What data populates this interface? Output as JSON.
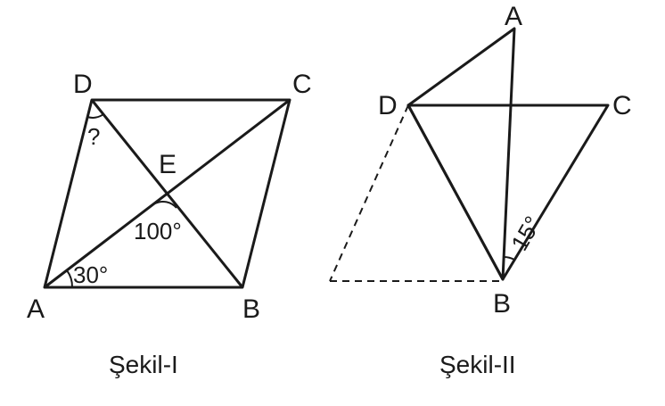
{
  "colors": {
    "fill_peach": "#fbe3c9",
    "fill_blue": "#c4e4f4",
    "stroke": "#1a1a1a"
  },
  "figure1": {
    "caption": "Şekil-I",
    "points": {
      "A": "A",
      "B": "B",
      "C": "C",
      "D": "D",
      "E": "E"
    },
    "angles": {
      "at_A": "30°",
      "at_E": "100°",
      "at_D": "?"
    }
  },
  "figure2": {
    "caption": "Şekil-II",
    "points": {
      "A": "A",
      "B": "B",
      "C": "C",
      "D": "D"
    },
    "angles": {
      "at_B": "15°"
    }
  }
}
